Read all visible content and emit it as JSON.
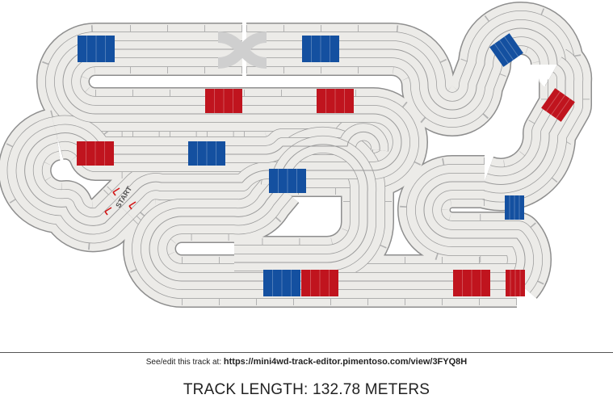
{
  "track": {
    "colors": {
      "surface": "#ecebe8",
      "edge": "#8e8e8e",
      "lane_line": "#9b9b9b",
      "tile_line": "#b2b2b2",
      "lane_change": "#cfcfcf",
      "blue_block": "#1450a0",
      "red_block": "#c0141e",
      "start_arrow": "#d21414"
    },
    "start_label": "START",
    "pieces": [
      {
        "kind": "lane-change-crossover",
        "icon": "crossover-icon"
      },
      {
        "kind": "start",
        "icon": "start-arrows-icon"
      }
    ],
    "blocks": [
      {
        "color": "blue"
      },
      {
        "color": "blue"
      },
      {
        "color": "blue"
      },
      {
        "color": "red"
      },
      {
        "color": "red"
      },
      {
        "color": "red"
      },
      {
        "color": "red"
      },
      {
        "color": "blue"
      },
      {
        "color": "blue"
      },
      {
        "color": "blue"
      },
      {
        "color": "blue"
      },
      {
        "color": "red"
      },
      {
        "color": "red"
      },
      {
        "color": "red"
      }
    ]
  },
  "footer": {
    "see_edit_prefix": "See/edit this track at:",
    "url": "https://mini4wd-track-editor.pimentoso.com/view/3FYQ8H",
    "track_length_text": "TRACK LENGTH: 132.78 METERS"
  }
}
